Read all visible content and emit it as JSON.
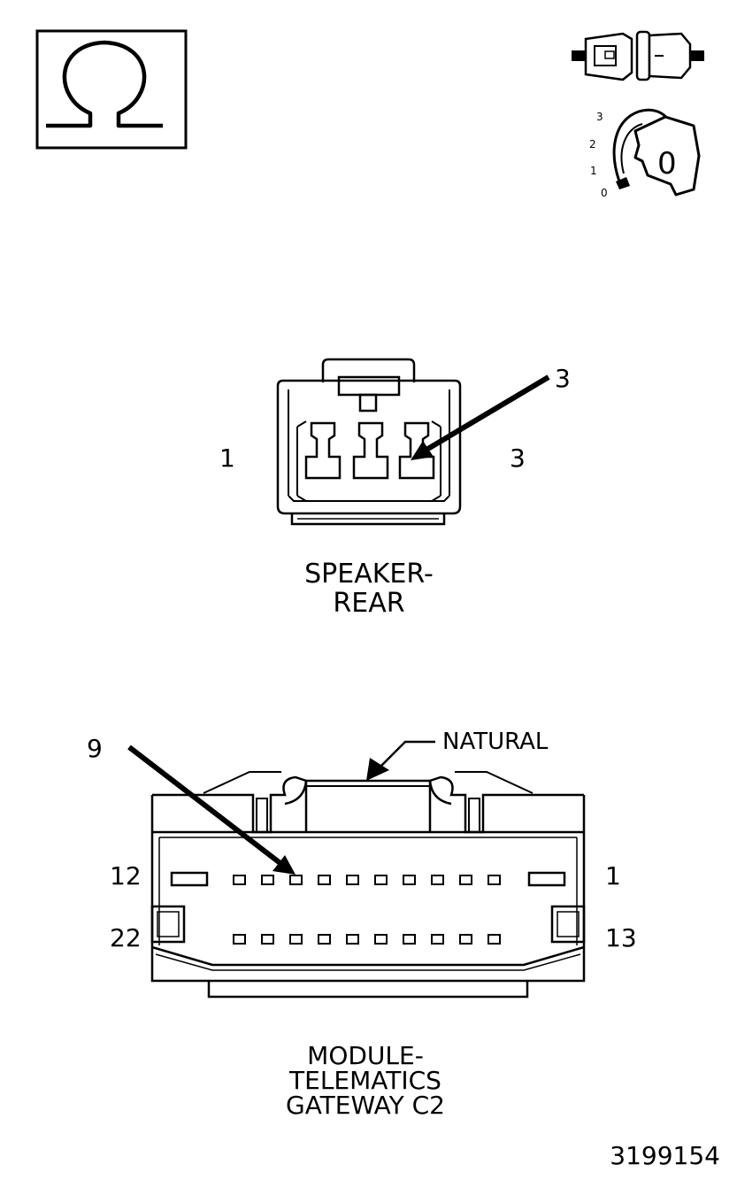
{
  "ohm_symbol": "Ω",
  "ignition": {
    "positions": [
      "3",
      "2",
      "1",
      "0"
    ],
    "key_label": "0"
  },
  "speaker": {
    "callout_pin": "3",
    "left_pin": "1",
    "right_pin": "3",
    "title_line1": "SPEAKER-",
    "title_line2": "REAR"
  },
  "module": {
    "callout_pin": "9",
    "color_label": "NATURAL",
    "top_left_pin": "12",
    "top_right_pin": "1",
    "bottom_left_pin": "22",
    "bottom_right_pin": "13",
    "title_line1": "MODULE-",
    "title_line2": "TELEMATICS",
    "title_line3": "GATEWAY C2"
  },
  "figure_number": "3199154",
  "colors": {
    "ink": "#000000",
    "paper": "#ffffff"
  }
}
